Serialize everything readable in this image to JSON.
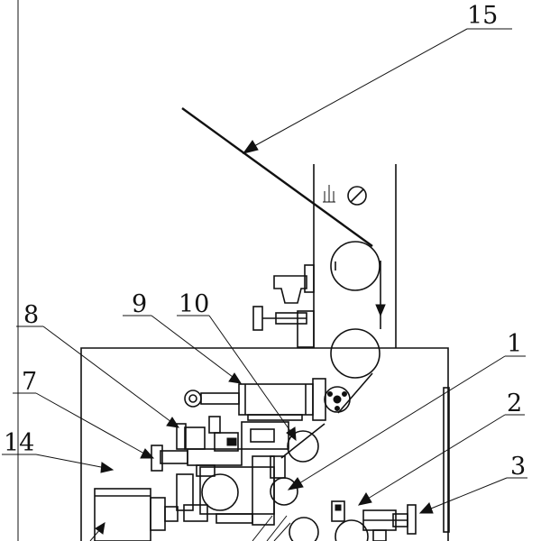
{
  "labels": {
    "n1": "1",
    "n2": "2",
    "n3": "3",
    "n7": "7",
    "n8": "8",
    "n9": "9",
    "n10": "10",
    "n14": "14",
    "n15": "15"
  },
  "colors": {
    "ink": "#111111",
    "paper": "#ffffff"
  }
}
